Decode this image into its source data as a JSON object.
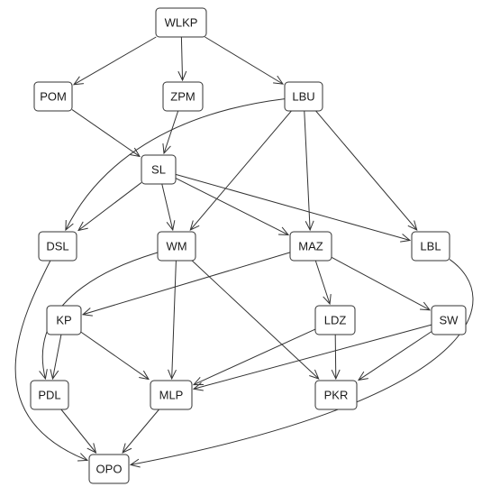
{
  "diagram": {
    "nodes": [
      {
        "id": "WLKP",
        "label": "WLKP"
      },
      {
        "id": "POM",
        "label": "POM"
      },
      {
        "id": "ZPM",
        "label": "ZPM"
      },
      {
        "id": "LBU",
        "label": "LBU"
      },
      {
        "id": "SL",
        "label": "SL"
      },
      {
        "id": "DSL",
        "label": "DSL"
      },
      {
        "id": "WM",
        "label": "WM"
      },
      {
        "id": "MAZ",
        "label": "MAZ"
      },
      {
        "id": "LBL",
        "label": "LBL"
      },
      {
        "id": "KP",
        "label": "KP"
      },
      {
        "id": "LDZ",
        "label": "LDZ"
      },
      {
        "id": "SW",
        "label": "SW"
      },
      {
        "id": "PDL",
        "label": "PDL"
      },
      {
        "id": "MLP",
        "label": "MLP"
      },
      {
        "id": "PKR",
        "label": "PKR"
      },
      {
        "id": "OPO",
        "label": "OPO"
      }
    ],
    "edges": [
      {
        "from": "WLKP",
        "to": "POM"
      },
      {
        "from": "WLKP",
        "to": "ZPM"
      },
      {
        "from": "WLKP",
        "to": "LBU"
      },
      {
        "from": "POM",
        "to": "SL"
      },
      {
        "from": "ZPM",
        "to": "SL"
      },
      {
        "from": "LBU",
        "to": "DSL"
      },
      {
        "from": "LBU",
        "to": "WM"
      },
      {
        "from": "LBU",
        "to": "MAZ"
      },
      {
        "from": "LBU",
        "to": "LBL"
      },
      {
        "from": "SL",
        "to": "DSL"
      },
      {
        "from": "SL",
        "to": "WM"
      },
      {
        "from": "SL",
        "to": "MAZ"
      },
      {
        "from": "SL",
        "to": "LBL"
      },
      {
        "from": "DSL",
        "to": "OPO"
      },
      {
        "from": "WM",
        "to": "PDL"
      },
      {
        "from": "WM",
        "to": "MLP"
      },
      {
        "from": "WM",
        "to": "PKR"
      },
      {
        "from": "MAZ",
        "to": "KP"
      },
      {
        "from": "MAZ",
        "to": "LDZ"
      },
      {
        "from": "MAZ",
        "to": "SW"
      },
      {
        "from": "LBL",
        "to": "OPO"
      },
      {
        "from": "KP",
        "to": "PDL"
      },
      {
        "from": "KP",
        "to": "MLP"
      },
      {
        "from": "LDZ",
        "to": "MLP"
      },
      {
        "from": "LDZ",
        "to": "PKR"
      },
      {
        "from": "SW",
        "to": "MLP"
      },
      {
        "from": "SW",
        "to": "PKR"
      },
      {
        "from": "PDL",
        "to": "OPO"
      },
      {
        "from": "MLP",
        "to": "OPO"
      }
    ]
  }
}
